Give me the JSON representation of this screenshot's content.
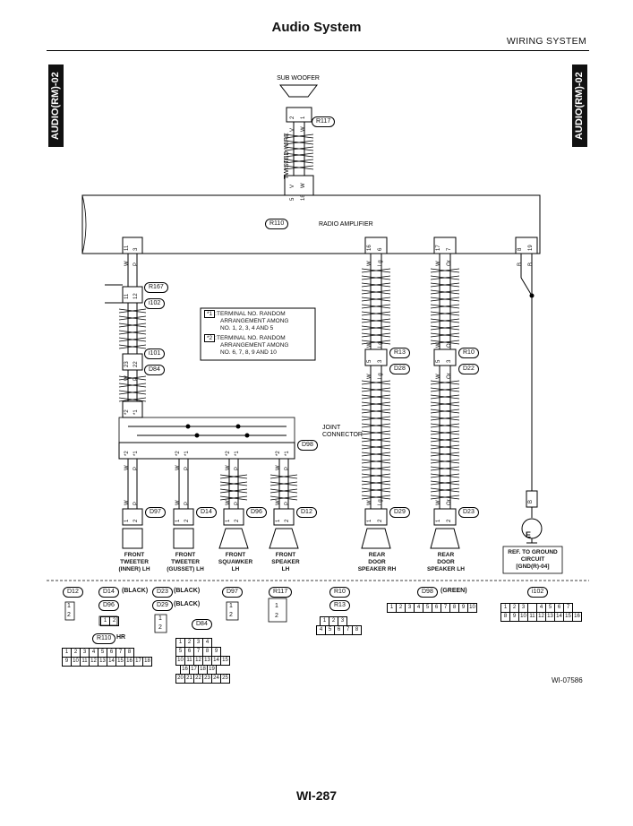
{
  "header": {
    "title": "Audio System",
    "section": "WIRING SYSTEM",
    "side_tab": "AUDIO(RM)-02"
  },
  "footer": {
    "page_number": "WI-287",
    "figure_id": "WI-07586"
  },
  "diagram": {
    "amplifier": {
      "connector": "R110",
      "label": "RADIO AMPLIFIER"
    },
    "subwoofer": {
      "label": "SUB WOOFER",
      "connector": "R117",
      "twisted_label": "TWISTED WIRE",
      "pins": [
        "2",
        "1"
      ],
      "wires": [
        "V",
        "W"
      ],
      "amp_pins": [
        "5",
        "18"
      ],
      "amp_wires": [
        "V",
        "W"
      ]
    },
    "notes": [
      {
        "mark": "*1",
        "text": [
          "TERMINAL NO. RANDOM",
          "ARRANGEMENT AMONG",
          "NO. 1, 2, 3, 4 AND 5"
        ]
      },
      {
        "mark": "*2",
        "text": [
          "TERMINAL NO. RANDOM",
          "ARRANGEMENT AMONG",
          "NO. 6, 7, 8, 9 AND 10"
        ]
      }
    ],
    "connectors_left": [
      "R167",
      "i102",
      "i101",
      "D84",
      "D98"
    ],
    "joint_connector": [
      "JOINT",
      "CONNECTOR"
    ],
    "front_pins": {
      "amp_pins": [
        "11",
        "3"
      ],
      "amp_wires": [
        "W",
        "P"
      ],
      "r167_pins": [
        "11",
        "12"
      ],
      "i102_pins": [
        "3",
        "4"
      ],
      "i101_pins": [
        "23",
        "22"
      ],
      "mid_wires": [
        "W",
        "P"
      ],
      "jc_pins": [
        "*2",
        "*1"
      ]
    },
    "speakers": [
      {
        "name": [
          "FRONT",
          "TWEETER",
          "(INNER) LH"
        ],
        "connector": "D97",
        "pins": [
          "1",
          "2"
        ],
        "wires": [
          "W",
          "P"
        ]
      },
      {
        "name": [
          "FRONT",
          "TWEETER",
          "(GUSSET) LH"
        ],
        "connector": "D14",
        "pins": [
          "1",
          "2"
        ],
        "wires": [
          "W",
          "P"
        ]
      },
      {
        "name": [
          "FRONT",
          "SQUAWKER",
          "LH"
        ],
        "connector": "D96",
        "pins": [
          "1",
          "2"
        ],
        "wires": [
          "W",
          "P"
        ]
      },
      {
        "name": [
          "FRONT",
          "SPEAKER",
          "LH"
        ],
        "connector": "D12",
        "pins": [
          "1",
          "2"
        ],
        "wires": [
          "W",
          "P"
        ]
      },
      {
        "name": [
          "REAR",
          "DOOR",
          "SPEAKER RH"
        ],
        "connector": "D29",
        "pins": [
          "1",
          "2"
        ],
        "wires": [
          "W",
          "Lg"
        ]
      },
      {
        "name": [
          "REAR",
          "DOOR",
          "SPEAKER LH"
        ],
        "connector": "D23",
        "pins": [
          "1",
          "2"
        ],
        "wires": [
          "W",
          "Or"
        ]
      }
    ],
    "rear_rh": {
      "amp_pins": [
        "16",
        "6"
      ],
      "wires": [
        "W",
        "Lg"
      ],
      "r13": "R13",
      "d28": "D28",
      "mid_pins": [
        "5",
        "3"
      ]
    },
    "rear_lh": {
      "amp_pins": [
        "17",
        "7"
      ],
      "wires": [
        "W",
        "Or"
      ],
      "r10": "R10",
      "d22": "D22",
      "mid_pins": [
        "5",
        "3"
      ]
    },
    "ground": {
      "amp_pins": [
        "8",
        "19"
      ],
      "wires": [
        "B",
        "B"
      ],
      "lower_wire": "B",
      "symbol": "E",
      "label": [
        "REF. TO GROUND",
        "CIRCUIT",
        "[GND(R)-04]"
      ]
    }
  },
  "legend": [
    {
      "id": "D12"
    },
    {
      "id": "D14",
      "color": "(BLACK)"
    },
    {
      "id": "D96"
    },
    {
      "id": "D23",
      "color": "(BLACK)"
    },
    {
      "id": "D29",
      "color": "(BLACK)"
    },
    {
      "id": "D97"
    },
    {
      "id": "R117"
    },
    {
      "id": "R10"
    },
    {
      "id": "R13"
    },
    {
      "id": "D98",
      "color": "(GREEN)"
    },
    {
      "id": "i102"
    },
    {
      "id": "R110",
      "suffix": "HR"
    },
    {
      "id": "D84"
    }
  ],
  "legend_pins": {
    "d98": [
      "1",
      "2",
      "3",
      "4",
      "5",
      "6",
      "7",
      "8",
      "9",
      "10"
    ],
    "i102_top": [
      "1",
      "2",
      "3",
      "",
      "4",
      "5",
      "6",
      "7"
    ],
    "i102_bot": [
      "8",
      "9",
      "10",
      "11",
      "12",
      "13",
      "14",
      "15",
      "16"
    ],
    "r110_top": [
      "1",
      "2",
      "3",
      "4",
      "5",
      "6",
      "7",
      "8"
    ],
    "r110_bot": [
      "9",
      "10",
      "11",
      "12",
      "13",
      "14",
      "15",
      "16",
      "17",
      "18"
    ],
    "d84_rows": [
      [
        "1",
        "2",
        "3",
        "4"
      ],
      [
        "5",
        "6",
        "7",
        "8",
        "9"
      ],
      [
        "10",
        "11",
        "12",
        "13",
        "14",
        "15"
      ],
      [
        "16",
        "17",
        "18",
        "19"
      ],
      [
        "20",
        "21",
        "22",
        "23",
        "24",
        "25"
      ]
    ],
    "r10_top": [
      "1",
      "2",
      "3"
    ],
    "r10_bot": [
      "4",
      "5",
      "6",
      "7",
      "8"
    ]
  }
}
